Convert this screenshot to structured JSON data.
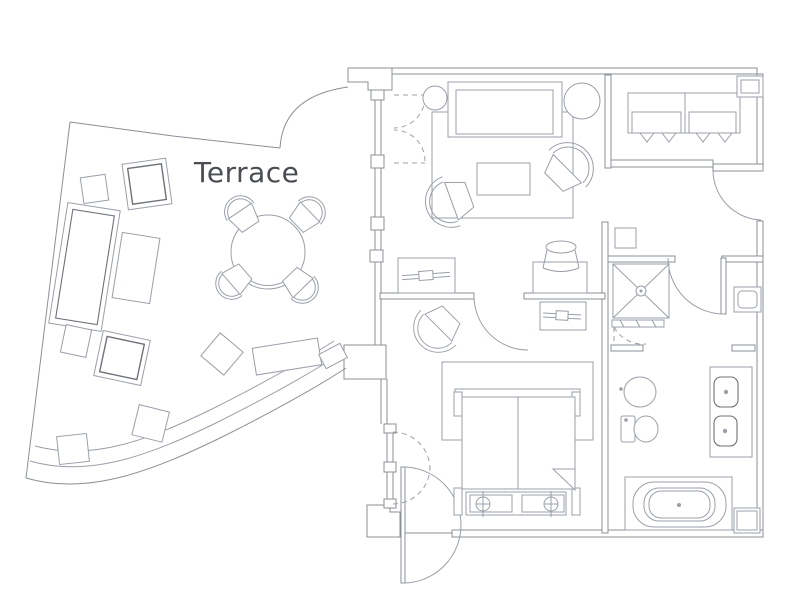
{
  "plan": {
    "labels": {
      "terrace": "Terrace"
    },
    "colors": {
      "background": "#ffffff",
      "wall_line": "#8b9097",
      "furniture_line": "#9aa0a8",
      "accent_dark": "#6e7278",
      "label_text": "#4a4e53"
    },
    "symbols": {
      "terrace": [
        "round-dining-table",
        "dining-chair",
        "sun-lounger",
        "lounge-chair",
        "side-table",
        "ottoman",
        "planter",
        "curved-railing"
      ],
      "living_room": [
        "sofa",
        "round-side-table",
        "club-chair",
        "coffee-table",
        "tv-console",
        "desk",
        "desk-chair",
        "rug"
      ],
      "entry": [
        "entry-door-swing",
        "luggage-rack",
        "safe"
      ],
      "shower_room": [
        "shower-pan",
        "shower-threshold",
        "pivot-door"
      ],
      "bathroom": [
        "toilet",
        "bidet",
        "double-sink-vanity",
        "bathtub",
        "side-table",
        "shelf",
        "door-swing"
      ],
      "bedroom": [
        "double-bed",
        "sheet-fold",
        "bed-bench",
        "club-chair",
        "tv-console",
        "french-doors",
        "rug"
      ]
    }
  }
}
